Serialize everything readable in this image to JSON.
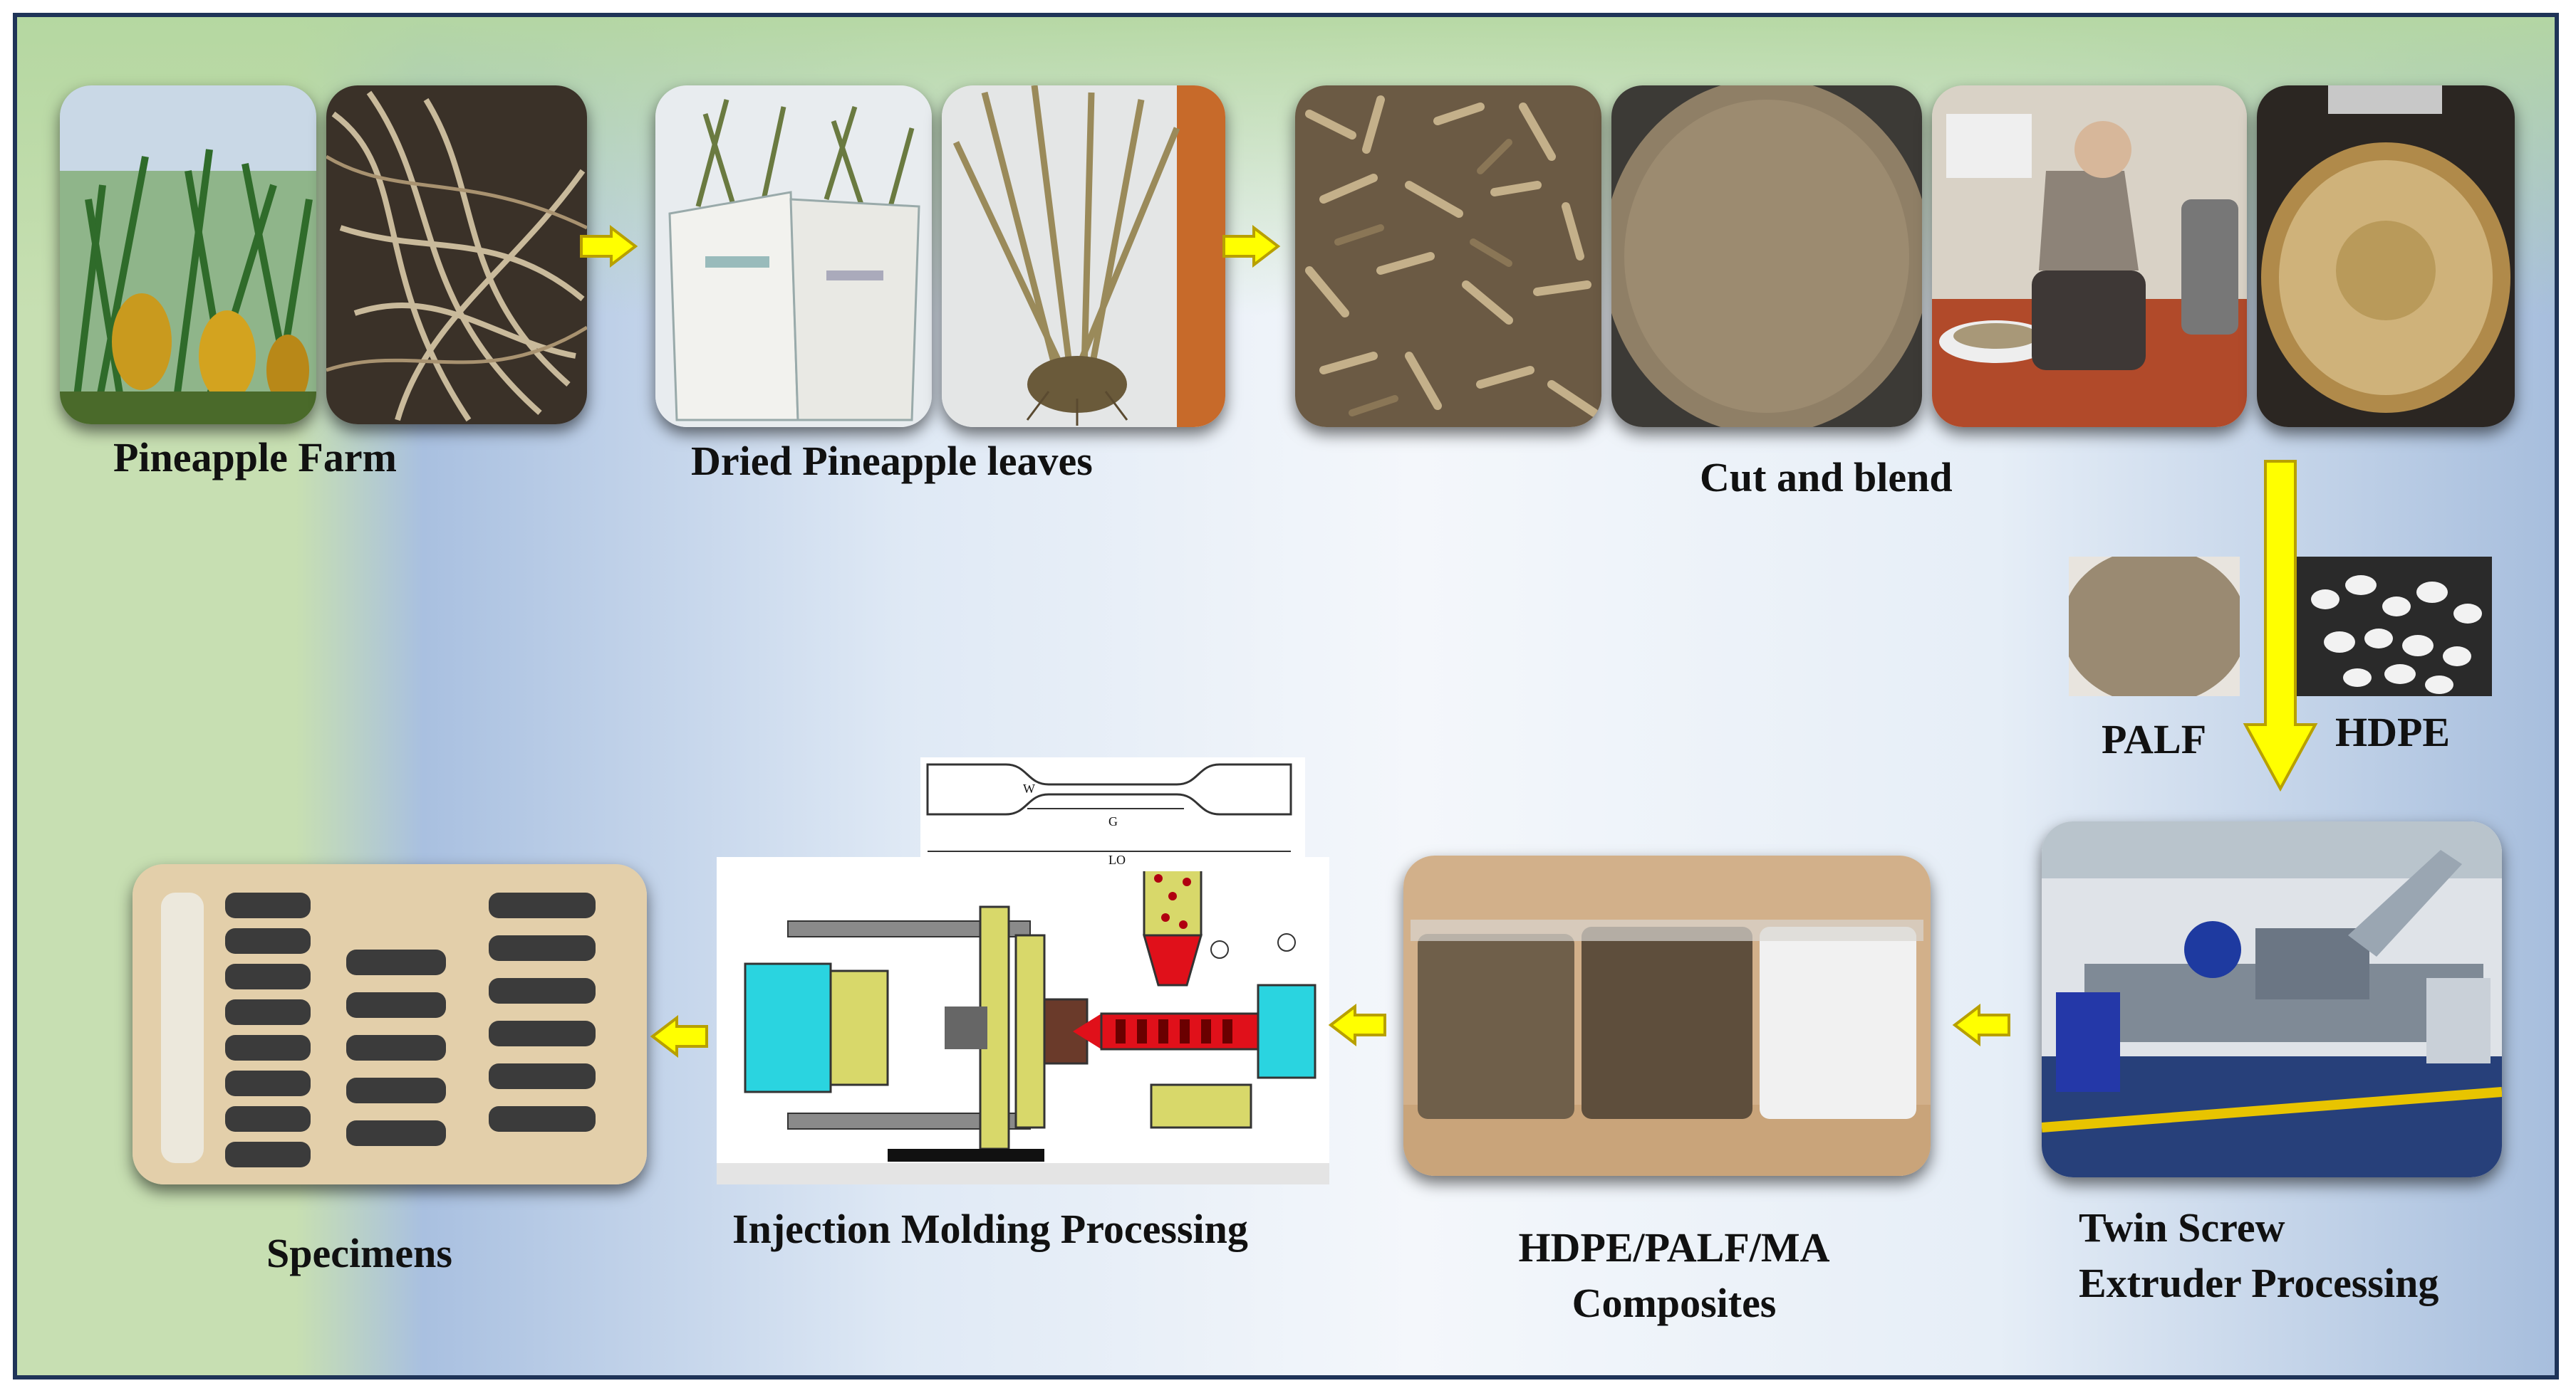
{
  "labels": {
    "pineapple_farm": "Pineapple Farm",
    "dried_leaves": "Dried Pineapple leaves",
    "cut_blend": "Cut and blend",
    "palf": "PALF",
    "hdpe": "HDPE",
    "twin_screw_line1": "Twin Screw",
    "twin_screw_line2": "Extruder Processing",
    "composites_line1": "HDPE/PALF/MA",
    "composites_line2": "Composites",
    "injection": "Injection Molding Processing",
    "specimens": "Specimens"
  },
  "dimension_labels": {
    "w": "W",
    "g": "G",
    "lo": "LO"
  },
  "colors": {
    "arrow_yellow": "#ffff00",
    "arrow_stroke": "#b8a000",
    "border": "#1f3458",
    "mold_cyan": "#2ad4e0",
    "mold_yellow": "#d8d86a",
    "mold_red": "#e0101a"
  },
  "icons": [
    "arrow-right-icon",
    "arrow-left-icon",
    "arrow-down-icon"
  ]
}
